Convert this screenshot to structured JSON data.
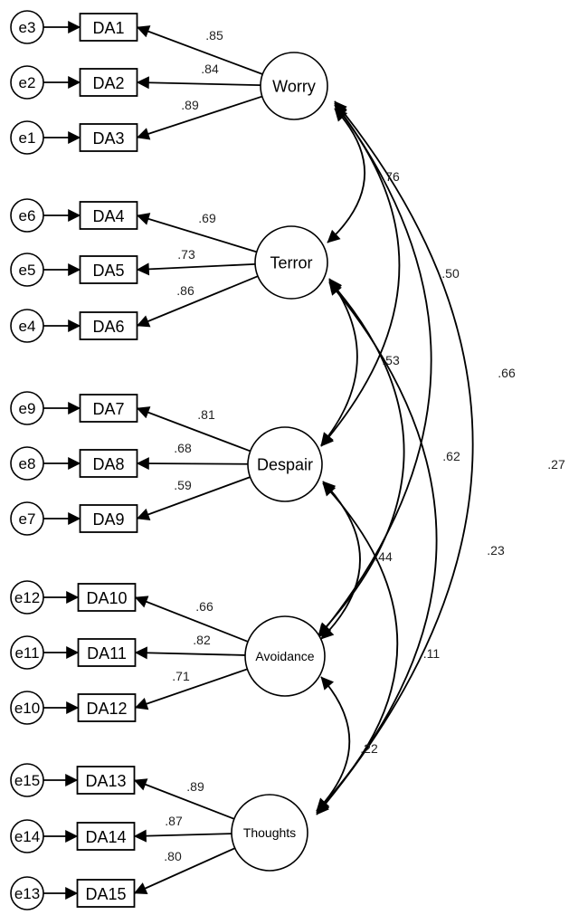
{
  "diagram": {
    "factors": [
      {
        "id": "worry",
        "label": "Worry",
        "indicators": [
          "DA1",
          "DA2",
          "DA3"
        ],
        "errors": [
          "e3",
          "e2",
          "e1"
        ],
        "loadings": [
          ".85",
          ".84",
          ".89"
        ]
      },
      {
        "id": "terror",
        "label": "Terror",
        "indicators": [
          "DA4",
          "DA5",
          "DA6"
        ],
        "errors": [
          "e6",
          "e5",
          "e4"
        ],
        "loadings": [
          ".69",
          ".73",
          ".86"
        ]
      },
      {
        "id": "despair",
        "label": "Despair",
        "indicators": [
          "DA7",
          "DA8",
          "DA9"
        ],
        "errors": [
          "e9",
          "e8",
          "e7"
        ],
        "loadings": [
          ".81",
          ".68",
          ".59"
        ]
      },
      {
        "id": "avoidance",
        "label": "Avoidance",
        "indicators": [
          "DA10",
          "DA11",
          "DA12"
        ],
        "errors": [
          "e12",
          "e11",
          "e10"
        ],
        "loadings": [
          ".66",
          ".82",
          ".71"
        ]
      },
      {
        "id": "thoughts",
        "label": "Thoughts",
        "indicators": [
          "DA13",
          "DA14",
          "DA15"
        ],
        "errors": [
          "e15",
          "e14",
          "e13"
        ],
        "loadings": [
          ".89",
          ".87",
          ".80"
        ]
      }
    ],
    "correlations": [
      {
        "from": "worry",
        "to": "terror",
        "label": ".76"
      },
      {
        "from": "worry",
        "to": "despair",
        "label": ".50"
      },
      {
        "from": "worry",
        "to": "avoidance",
        "label": ".66"
      },
      {
        "from": "worry",
        "to": "thoughts",
        "label": ".27"
      },
      {
        "from": "terror",
        "to": "despair",
        "label": ".53"
      },
      {
        "from": "terror",
        "to": "avoidance",
        "label": ".62"
      },
      {
        "from": "terror",
        "to": "thoughts",
        "label": ".23"
      },
      {
        "from": "despair",
        "to": "avoidance",
        "label": ".44"
      },
      {
        "from": "despair",
        "to": "thoughts",
        "label": ".11"
      },
      {
        "from": "avoidance",
        "to": "thoughts",
        "label": ".22"
      }
    ]
  }
}
